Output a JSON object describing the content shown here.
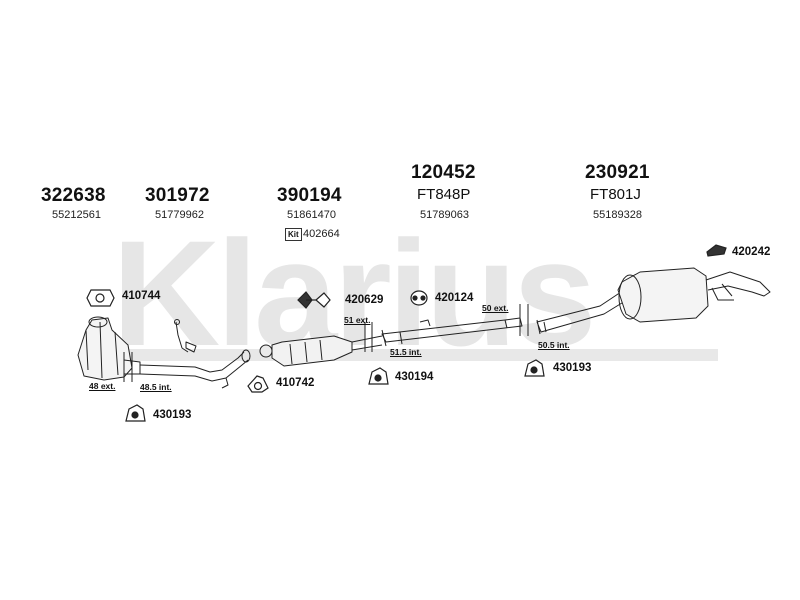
{
  "watermark": "Klarius",
  "groups": [
    {
      "id": "g1",
      "part": "322638",
      "oe": "55212561"
    },
    {
      "id": "g2",
      "part": "301972",
      "oe": "51779962"
    },
    {
      "id": "g3",
      "part": "390194",
      "oe": "51861470",
      "kit_tag": "Kit",
      "kit_part": "402664"
    },
    {
      "id": "g4",
      "part": "120452",
      "code": "FT848P",
      "oe": "51789063"
    },
    {
      "id": "g5",
      "part": "230921",
      "code": "FT801J",
      "oe": "55189328"
    }
  ],
  "accessories": [
    {
      "id": "a410744",
      "label": "410744",
      "icon": "gasket-icon"
    },
    {
      "id": "a420629",
      "label": "420629",
      "icon": "clamp-icon"
    },
    {
      "id": "a420124",
      "label": "420124",
      "icon": "rubber-ring-icon"
    },
    {
      "id": "a420242",
      "label": "420242",
      "icon": "hanger-icon"
    },
    {
      "id": "a410742",
      "label": "410742",
      "icon": "triangle-gasket-icon"
    },
    {
      "id": "a430194",
      "label": "430194",
      "icon": "mounting-icon"
    },
    {
      "id": "a430193a",
      "label": "430193",
      "icon": "mounting-icon"
    },
    {
      "id": "a430193b",
      "label": "430193",
      "icon": "mounting-icon"
    }
  ],
  "dimensions": [
    "48 ext.",
    "48.5 int.",
    "51 ext.",
    "51.5 int.",
    "50 ext.",
    "50.5 int."
  ]
}
